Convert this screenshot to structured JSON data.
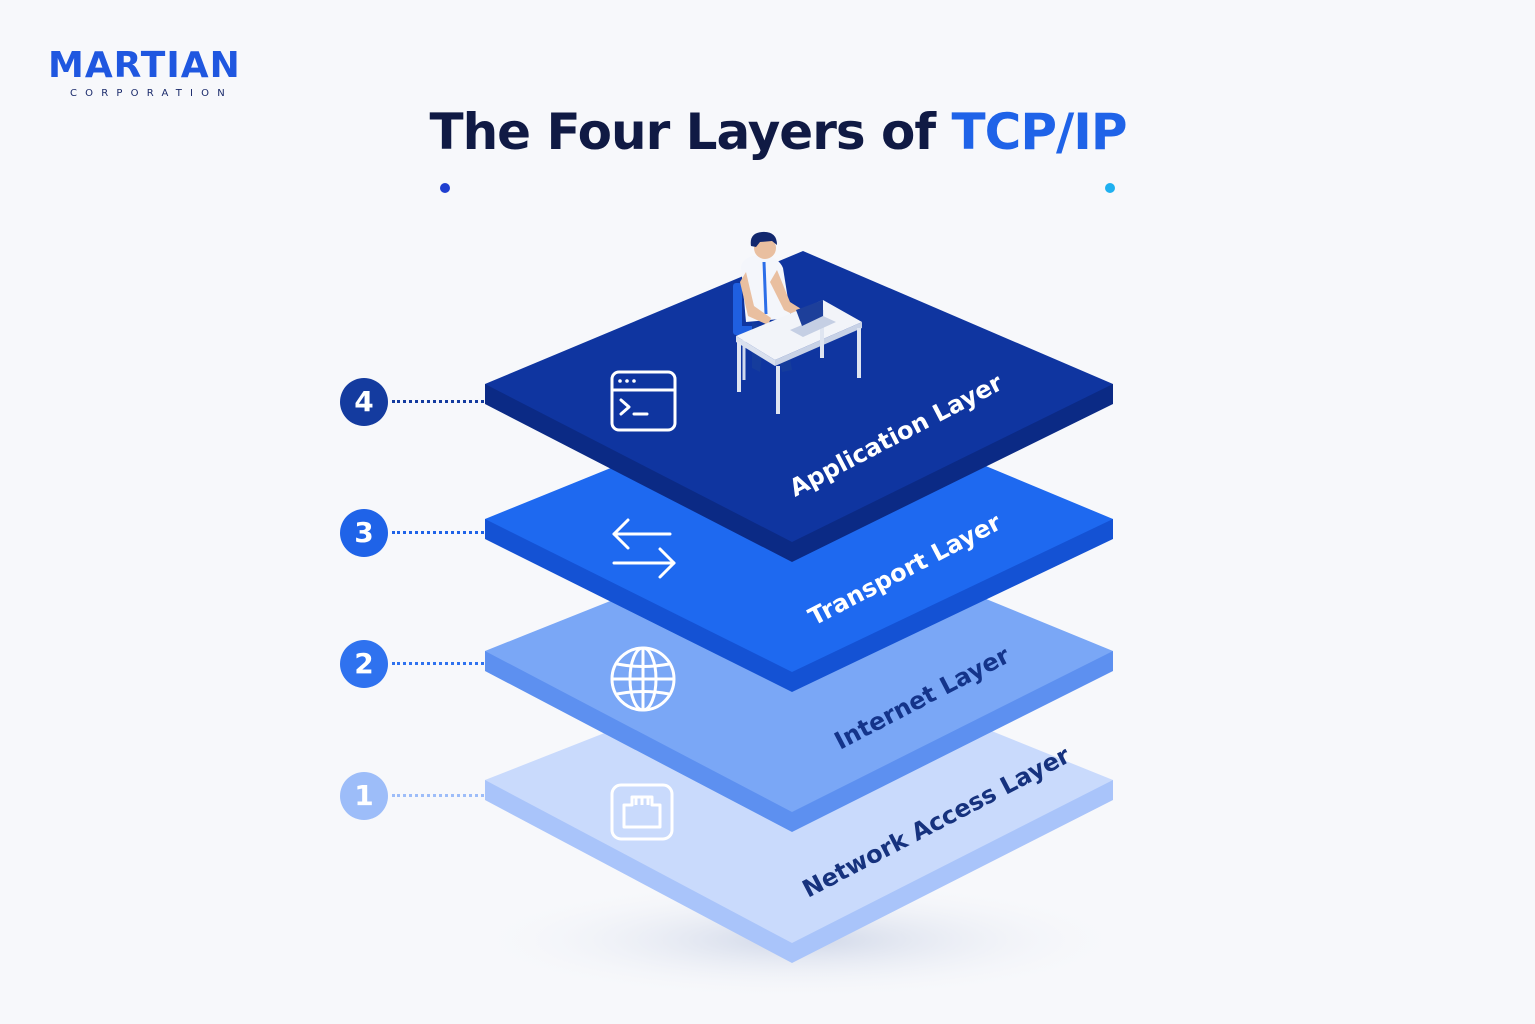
{
  "brand": {
    "name": "MARTIAN",
    "tagline": "CORPORATION"
  },
  "header": {
    "title_main": "The Four Layers of ",
    "title_accent": "TCP/IP"
  },
  "colors": {
    "title": "#101a44",
    "accent": "#1f63e8",
    "application_layer": "#0f35a0",
    "transport_layer": "#1e69f0",
    "internet_layer": "#7aa7f6",
    "network_access_layer": "#c9dafc"
  },
  "layers": [
    {
      "number": "4",
      "label": "Application Layer",
      "icon": "terminal-window-icon"
    },
    {
      "number": "3",
      "label": "Transport Layer",
      "icon": "bidirectional-arrows-icon"
    },
    {
      "number": "2",
      "label": "Internet Layer",
      "icon": "globe-icon"
    },
    {
      "number": "1",
      "label": "Network Access Layer",
      "icon": "ethernet-port-icon"
    }
  ],
  "illustration": "person-at-laptop-desk"
}
